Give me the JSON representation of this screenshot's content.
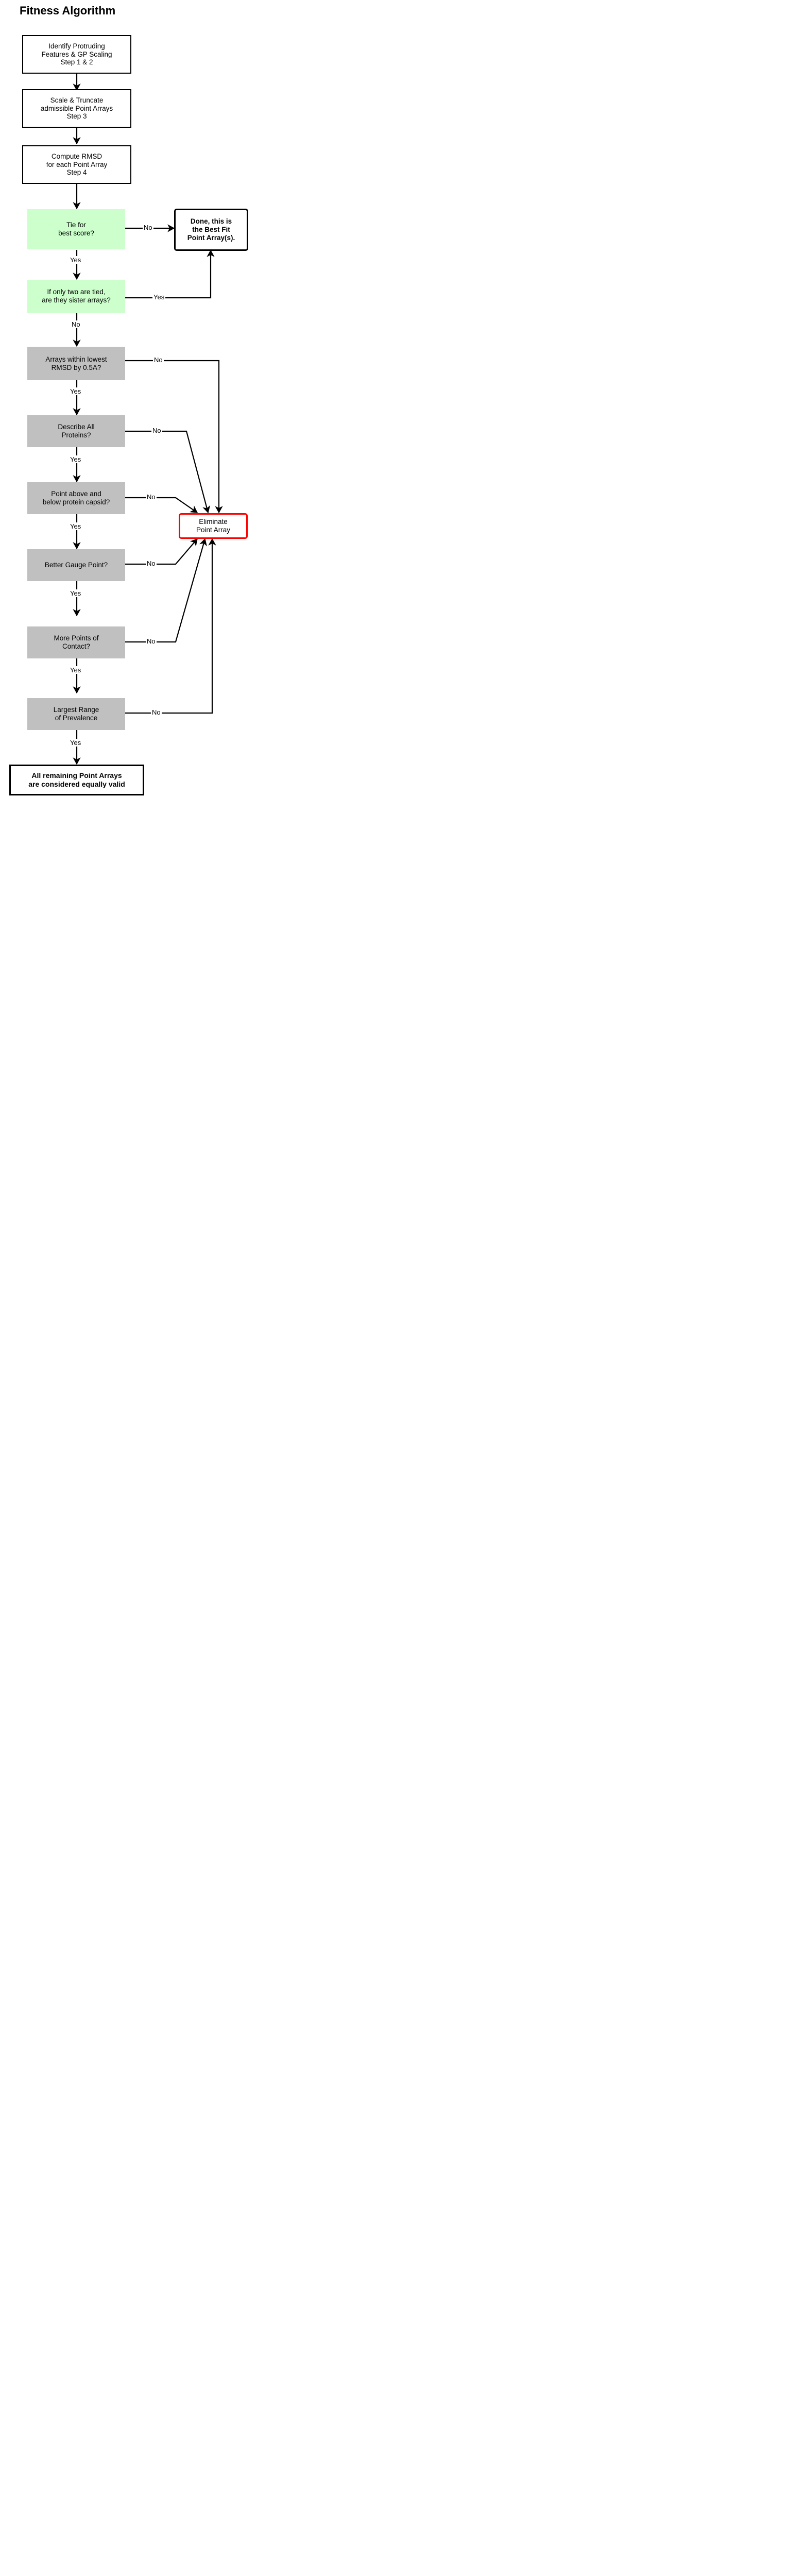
{
  "title": "Fitness Algorithm",
  "colors": {
    "decision_green": "#CCFFCC",
    "decision_gray": "#C0C0C0",
    "eliminate_border": "#FF0000",
    "line": "#000000",
    "background": "#FFFFFF"
  },
  "chart_data": {
    "type": "diagram",
    "diagram_type": "flowchart",
    "title": "Fitness Algorithm",
    "orientation": "top-to-bottom",
    "nodes": [
      {
        "id": "n1",
        "shape": "process",
        "style": "white-box",
        "text": "Identify Protruding\nFeatures & GP Scaling\nStep 1 & 2"
      },
      {
        "id": "n2",
        "shape": "process",
        "style": "white-box",
        "text": "Scale & Truncate\nadmissible Point Arrays\nStep 3"
      },
      {
        "id": "n3",
        "shape": "process",
        "style": "white-box",
        "text": "Compute RMSD\nfor each Point Array\nStep 4"
      },
      {
        "id": "n4",
        "shape": "decision",
        "style": "green",
        "text": "Tie for\nbest score?"
      },
      {
        "id": "n5",
        "shape": "decision",
        "style": "green",
        "text": "If only two are tied,\nare they sister arrays?"
      },
      {
        "id": "n6",
        "shape": "decision",
        "style": "gray",
        "text": "Arrays within lowest\nRMSD by 0.5A?"
      },
      {
        "id": "n7",
        "shape": "decision",
        "style": "gray",
        "text": "Describe All\nProteins?"
      },
      {
        "id": "n8",
        "shape": "decision",
        "style": "gray",
        "text": "Point above and\nbelow protein capsid?"
      },
      {
        "id": "n9",
        "shape": "decision",
        "style": "gray",
        "text": "Better Gauge Point?"
      },
      {
        "id": "n10",
        "shape": "decision",
        "style": "gray",
        "text": "More Points of\nContact?"
      },
      {
        "id": "n11",
        "shape": "decision",
        "style": "gray",
        "text": "Largest Range\nof Prevalence"
      },
      {
        "id": "done",
        "shape": "terminal",
        "style": "bold-box",
        "text": "Done, this is\nthe Best Fit\nPoint Array(s)."
      },
      {
        "id": "elim",
        "shape": "terminal",
        "style": "red-box",
        "text": "Eliminate\nPoint Array"
      },
      {
        "id": "valid",
        "shape": "terminal",
        "style": "bold-box",
        "text": "All remaining Point Arrays\nare considered equally valid"
      }
    ],
    "edges": [
      {
        "from": "n1",
        "to": "n2",
        "label": ""
      },
      {
        "from": "n2",
        "to": "n3",
        "label": ""
      },
      {
        "from": "n3",
        "to": "n4",
        "label": ""
      },
      {
        "from": "n4",
        "to": "done",
        "label": "No"
      },
      {
        "from": "n4",
        "to": "n5",
        "label": "Yes"
      },
      {
        "from": "n5",
        "to": "done",
        "label": "Yes"
      },
      {
        "from": "n5",
        "to": "n6",
        "label": "No"
      },
      {
        "from": "n6",
        "to": "elim",
        "label": "No"
      },
      {
        "from": "n6",
        "to": "n7",
        "label": "Yes"
      },
      {
        "from": "n7",
        "to": "elim",
        "label": "No"
      },
      {
        "from": "n7",
        "to": "n8",
        "label": "Yes"
      },
      {
        "from": "n8",
        "to": "elim",
        "label": "No"
      },
      {
        "from": "n8",
        "to": "n9",
        "label": "Yes"
      },
      {
        "from": "n9",
        "to": "elim",
        "label": "No"
      },
      {
        "from": "n9",
        "to": "n10",
        "label": "Yes"
      },
      {
        "from": "n10",
        "to": "elim",
        "label": "No"
      },
      {
        "from": "n10",
        "to": "n11",
        "label": "Yes"
      },
      {
        "from": "n11",
        "to": "elim",
        "label": "No"
      },
      {
        "from": "n11",
        "to": "valid",
        "label": "Yes"
      }
    ]
  },
  "nodes": {
    "step12": "Identify Protruding\nFeatures & GP Scaling\nStep 1 & 2",
    "step3": "Scale & Truncate\nadmissible Point Arrays\nStep 3",
    "step4": "Compute RMSD\nfor each Point Array\nStep 4",
    "tie_best_score": "Tie for\nbest score?",
    "sister_arrays": "If only two are tied,\nare they sister arrays?",
    "rmsd_window": "Arrays within lowest\nRMSD by 0.5A?",
    "describe_proteins": "Describe All\nProteins?",
    "point_capsid": "Point above and\nbelow protein capsid?",
    "gauge_point": "Better Gauge Point?",
    "points_contact": "More Points of\nContact?",
    "range_prevalence": "Largest Range\nof Prevalence",
    "done_best_fit": "Done, this is\nthe Best Fit\nPoint Array(s).",
    "eliminate": "Eliminate\nPoint Array",
    "all_valid": "All remaining Point Arrays\nare considered equally valid"
  },
  "labels": {
    "yes": "Yes",
    "no": "No",
    "tie_no": "No",
    "tie_yes": "Yes",
    "sister_yes": "Yes",
    "sister_no": "No",
    "rmsd_no": "No",
    "rmsd_yes": "Yes",
    "proteins_no": "No",
    "proteins_yes": "Yes",
    "capsid_no": "No",
    "capsid_yes": "Yes",
    "gauge_no": "No",
    "gauge_yes": "Yes",
    "contact_no": "No",
    "contact_yes": "Yes",
    "prevalence_no": "No",
    "prevalence_yes": "Yes"
  }
}
